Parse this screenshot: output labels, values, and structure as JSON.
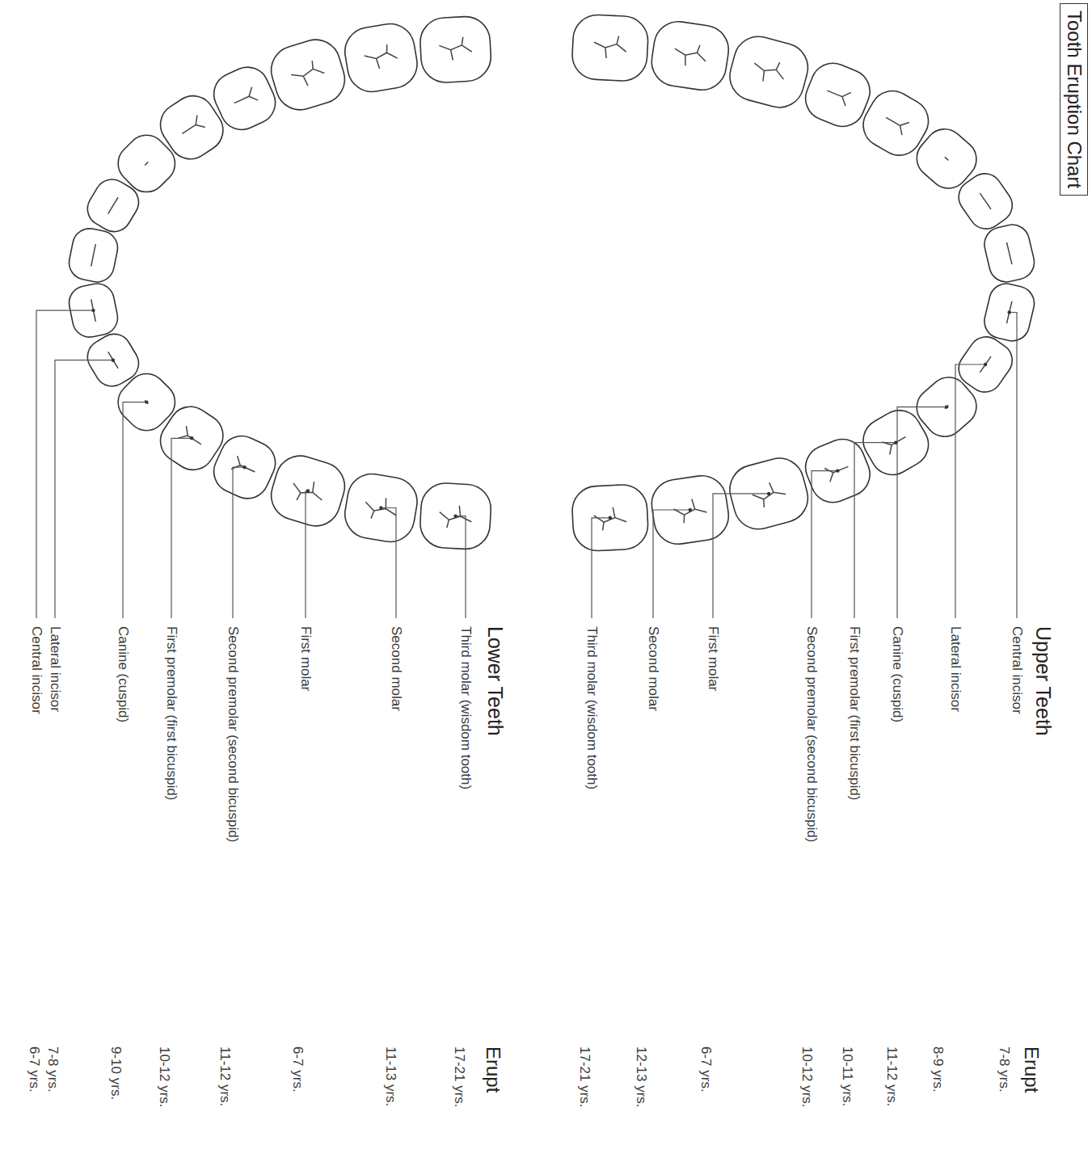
{
  "diagram": {
    "title": "Tooth Eruption Chart",
    "labels": [
      "Upper Teeth",
      "Central incisor",
      "Lateral incisor",
      "Canine (cuspid)",
      "First premolar (first bicuspid)",
      "Second premolar (second bicuspid)",
      "First molar",
      "Second molar",
      "Third molar (wisdom tooth)",
      "Lower Teeth",
      "Third molar (wisdom tooth)",
      "Second molar",
      "First molar",
      "Second premolar (second bicuspid)",
      "First premolar (first bicuspid)",
      "Canine (cuspid)",
      "Lateral incisor",
      "Central incisor",
      "Erupt",
      "7-8 yrs.",
      "8-9 yrs.",
      "11-12 yrs.",
      "10-11 yrs.",
      "10-12 yrs.",
      "6-7 yrs.",
      "12-13 yrs.",
      "17-21 yrs.",
      "Erupt",
      "17-21 yrs.",
      "11-13 yrs.",
      "6-7 yrs.",
      "11-12 yrs.",
      "10-12 yrs.",
      "9-10 yrs.",
      "7-8 yrs.",
      "6-7 yrs."
    ]
  }
}
